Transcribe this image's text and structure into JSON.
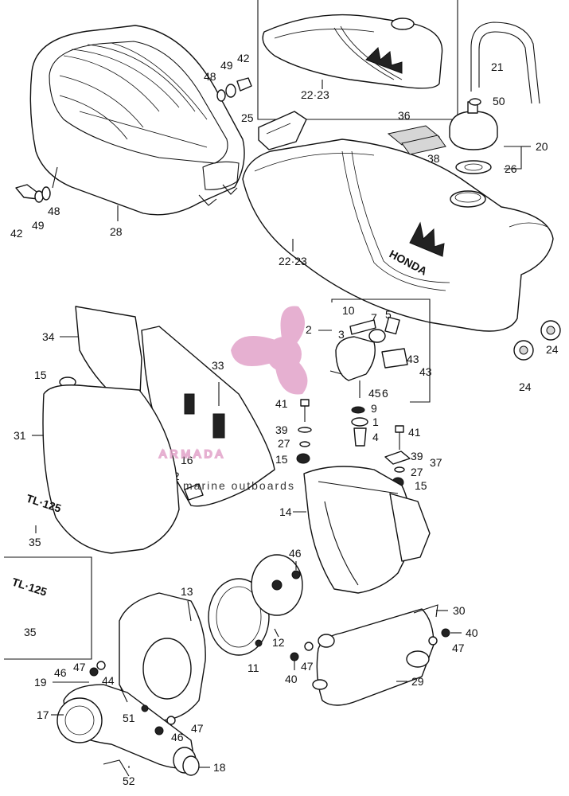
{
  "labels": {
    "l2": "2",
    "l3": "3",
    "l4": "4",
    "l5": "5",
    "l6": "6",
    "l7": "7",
    "l9": "9",
    "l10": "10",
    "l11": "11",
    "l12": "12",
    "l13": "13",
    "l14": "14",
    "l15a": "15",
    "l15b": "15",
    "l15c": "15",
    "l16": "16",
    "l17": "17",
    "l18": "18",
    "l19": "19",
    "l20": "20",
    "l21": "21",
    "l22a": "22·23",
    "l22b": "22·23",
    "l24a": "24",
    "l24b": "24",
    "l25": "25",
    "l26": "26",
    "l27a": "27",
    "l27b": "27",
    "l28": "28",
    "l29": "29",
    "l30": "30",
    "l31": "31",
    "l32": "32",
    "l33": "33",
    "l34": "34",
    "l35a": "35",
    "l35b": "35",
    "l36": "36",
    "l37": "37",
    "l38": "38",
    "l39a": "39",
    "l39b": "39",
    "l40a": "40",
    "l40b": "40",
    "l41a": "41",
    "l41b": "41",
    "l42a": "42",
    "l42b": "42",
    "l43a": "43",
    "l43b": "43",
    "l44": "44",
    "l45": "45",
    "l46a": "46",
    "l46b": "46",
    "l46c": "46",
    "l47a": "47",
    "l47b": "47",
    "l47c": "47",
    "l47d": "47",
    "l48a": "48",
    "l48b": "48",
    "l49a": "49",
    "l49b": "49",
    "l50": "50",
    "l51": "51",
    "l52": "52",
    "l1": "1"
  },
  "decals": {
    "tank_brand": "HONDA",
    "badge_model": "TL·125"
  },
  "watermark": {
    "name": "ARMADA",
    "tagline": "marine outboards",
    "color": "#e2a3c9"
  }
}
